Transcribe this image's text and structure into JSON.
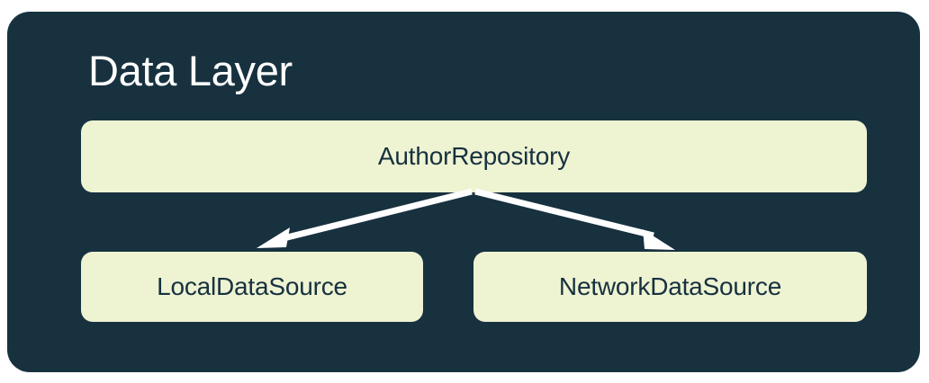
{
  "diagram": {
    "title": "Data Layer",
    "panel_color": "#17313F",
    "node_fill_color": "#EEF3D2",
    "node_text_color": "#17313F",
    "title_color": "#FFFFFF",
    "arrow_color": "#FFFFFF",
    "background_color": "#FFFFFF",
    "nodes": [
      {
        "id": "author-repository",
        "label": "AuthorRepository",
        "row": "top"
      },
      {
        "id": "local-data-source",
        "label": "LocalDataSource",
        "row": "bottom"
      },
      {
        "id": "network-data-source",
        "label": "NetworkDataSource",
        "row": "bottom"
      }
    ],
    "edges": [
      {
        "from": "AuthorRepository",
        "to": "LocalDataSource",
        "arrowhead": "open-triangle",
        "direction": "down-left"
      },
      {
        "from": "AuthorRepository",
        "to": "NetworkDataSource",
        "arrowhead": "open-triangle",
        "direction": "down-right"
      }
    ]
  }
}
